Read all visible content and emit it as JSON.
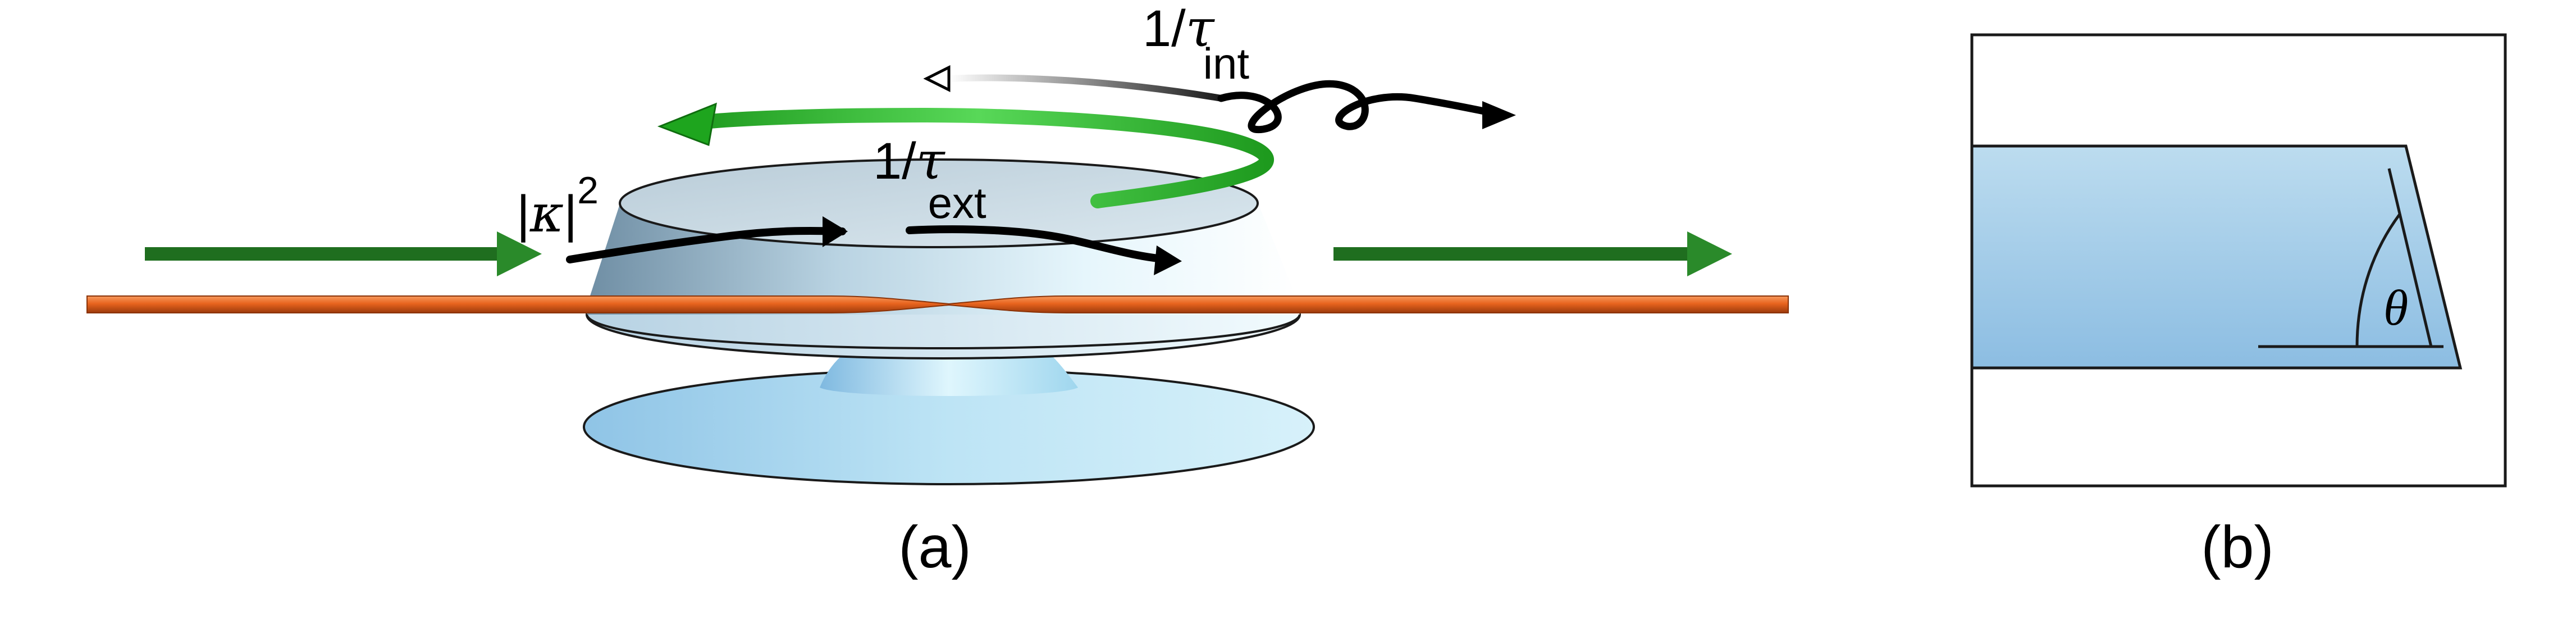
{
  "panels": {
    "a": {
      "label": "(a)",
      "labels": {
        "kappa": {
          "pre": "|",
          "symbol": "κ",
          "post": "|",
          "sup": "2"
        },
        "tau_ext": {
          "prefix": "1/",
          "symbol": "τ",
          "sub": "ext"
        },
        "tau_int": {
          "prefix": "1/",
          "symbol": "τ",
          "sub": "int"
        }
      }
    },
    "b": {
      "label": "(b)",
      "angle_label": "θ"
    }
  },
  "colors": {
    "input_arrow": "#1f6e1f",
    "output_arrow": "#1f6e1f",
    "circulating_arrow": "#2db32d",
    "fiber": "#e8641e",
    "disk_top": "#c9d8e2",
    "disk_side": "#a9c6d8",
    "pedestal": "#bfe3f2",
    "cross_section_fill": "#9ec9e6",
    "text": "#000000"
  }
}
